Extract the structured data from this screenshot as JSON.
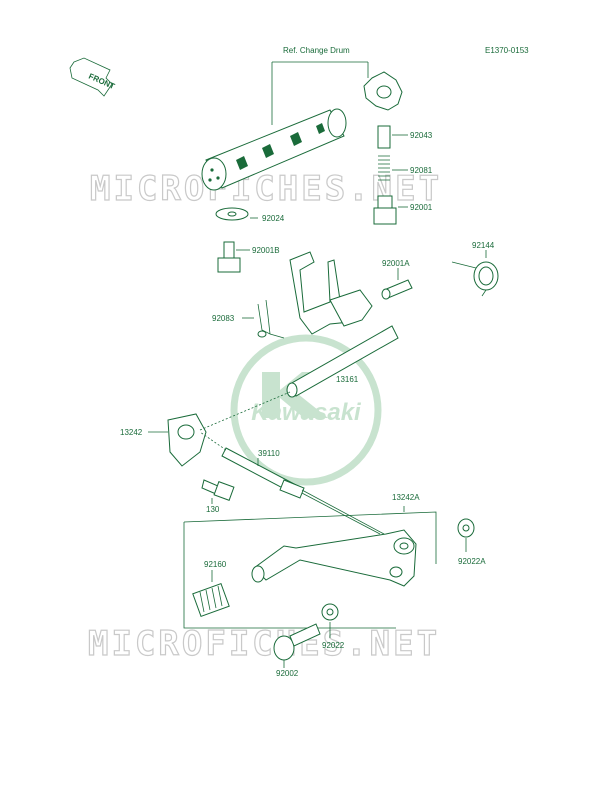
{
  "diagram": {
    "ref_label": "Ref. Change Drum",
    "code": "E1370-0153",
    "front_label": "FRONT",
    "brand": "Kawasaki",
    "watermark": "MICROFICHES.NET",
    "colors": {
      "ink": "#1a6b3a",
      "watermark": "#c9c9c9",
      "logo": "#c8e3cf"
    },
    "parts": [
      "92043",
      "92081",
      "92001",
      "92024",
      "92001B",
      "92144",
      "92001A",
      "92083",
      "13161",
      "13242",
      "39110",
      "130",
      "13242A",
      "92022A",
      "92160",
      "92022",
      "92002"
    ]
  }
}
